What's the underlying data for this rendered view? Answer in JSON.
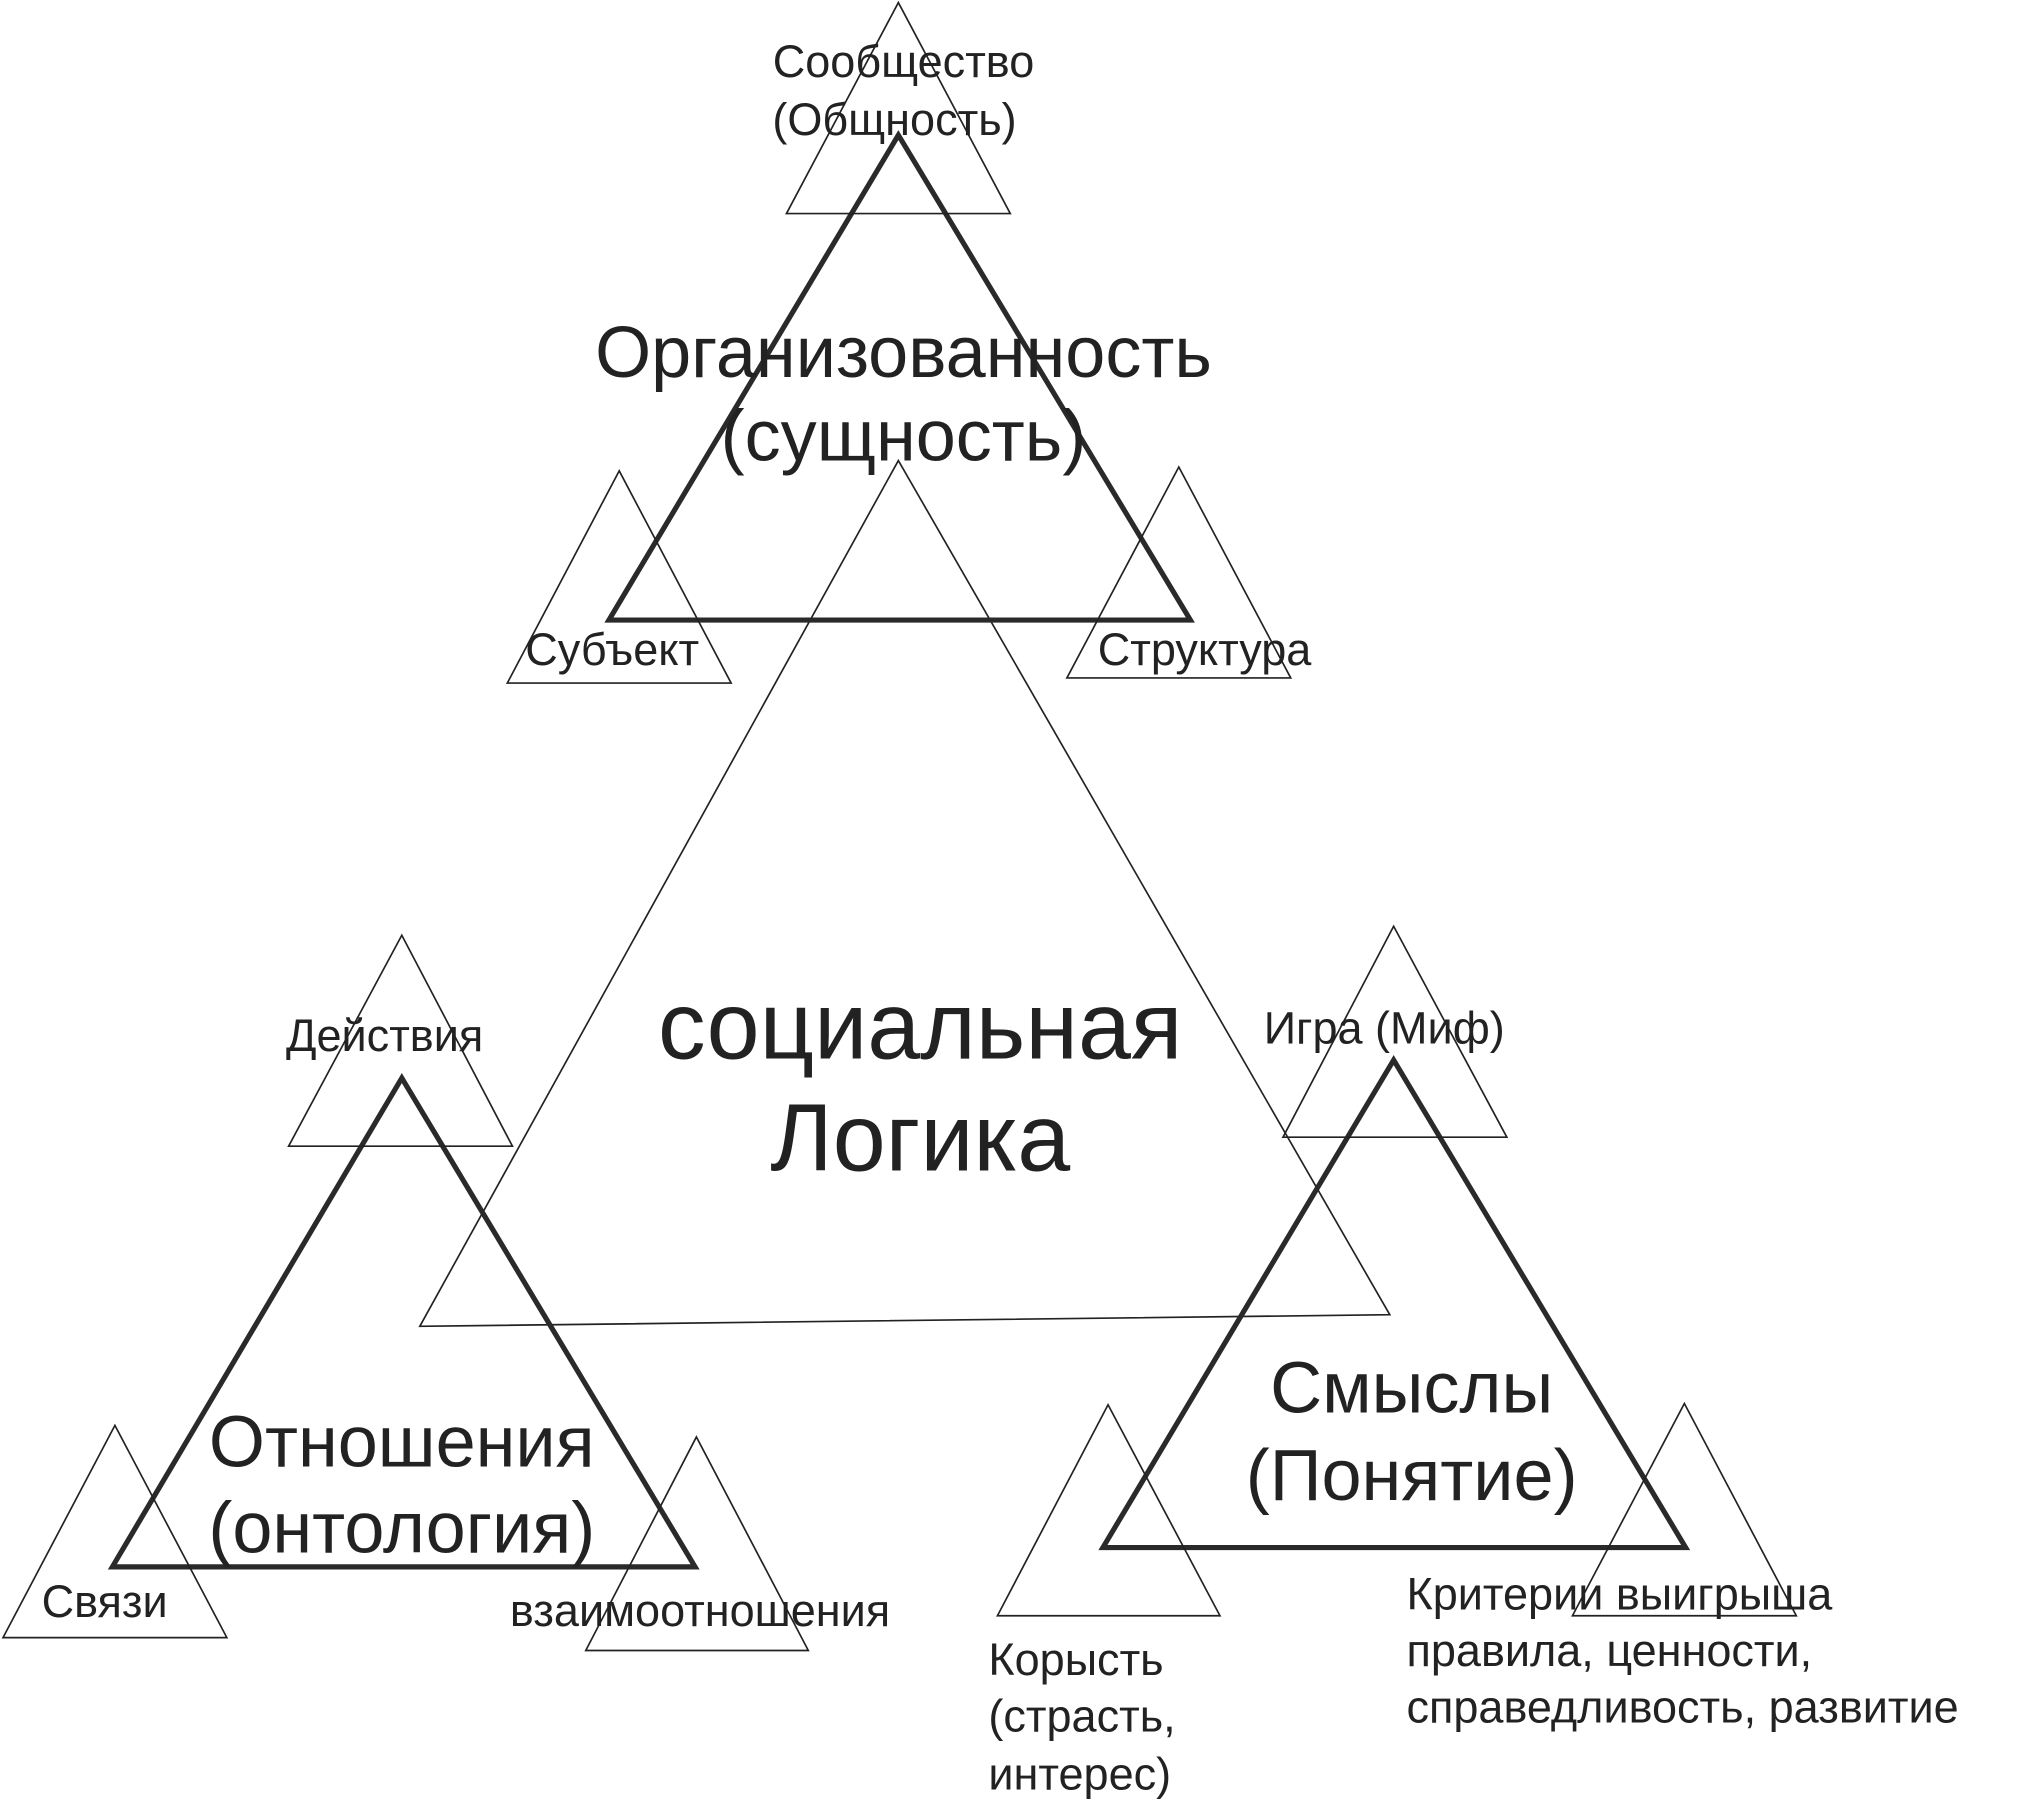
{
  "center": {
    "line1": "социальная",
    "line2": "Логика"
  },
  "top": {
    "title1": "Организованность",
    "title2": "(сущность)",
    "apex1": "Сообщество",
    "apex2": "(Общность)",
    "left": "Субъект",
    "right": "Структура"
  },
  "left": {
    "title1": "Отношения",
    "title2": "(онтология)",
    "apex": "Действия",
    "left": "Связи",
    "right": "взаимоотношения"
  },
  "right": {
    "title1": "Смыслы",
    "title2": "(Понятие)",
    "apex": "Игра (Миф)",
    "left1": "Корысть",
    "left2": "(страсть,",
    "left3": "интерес)",
    "right1": "Критерии выигрыша",
    "right2": "правила, ценности,",
    "right3": "справедливость, развитие"
  }
}
